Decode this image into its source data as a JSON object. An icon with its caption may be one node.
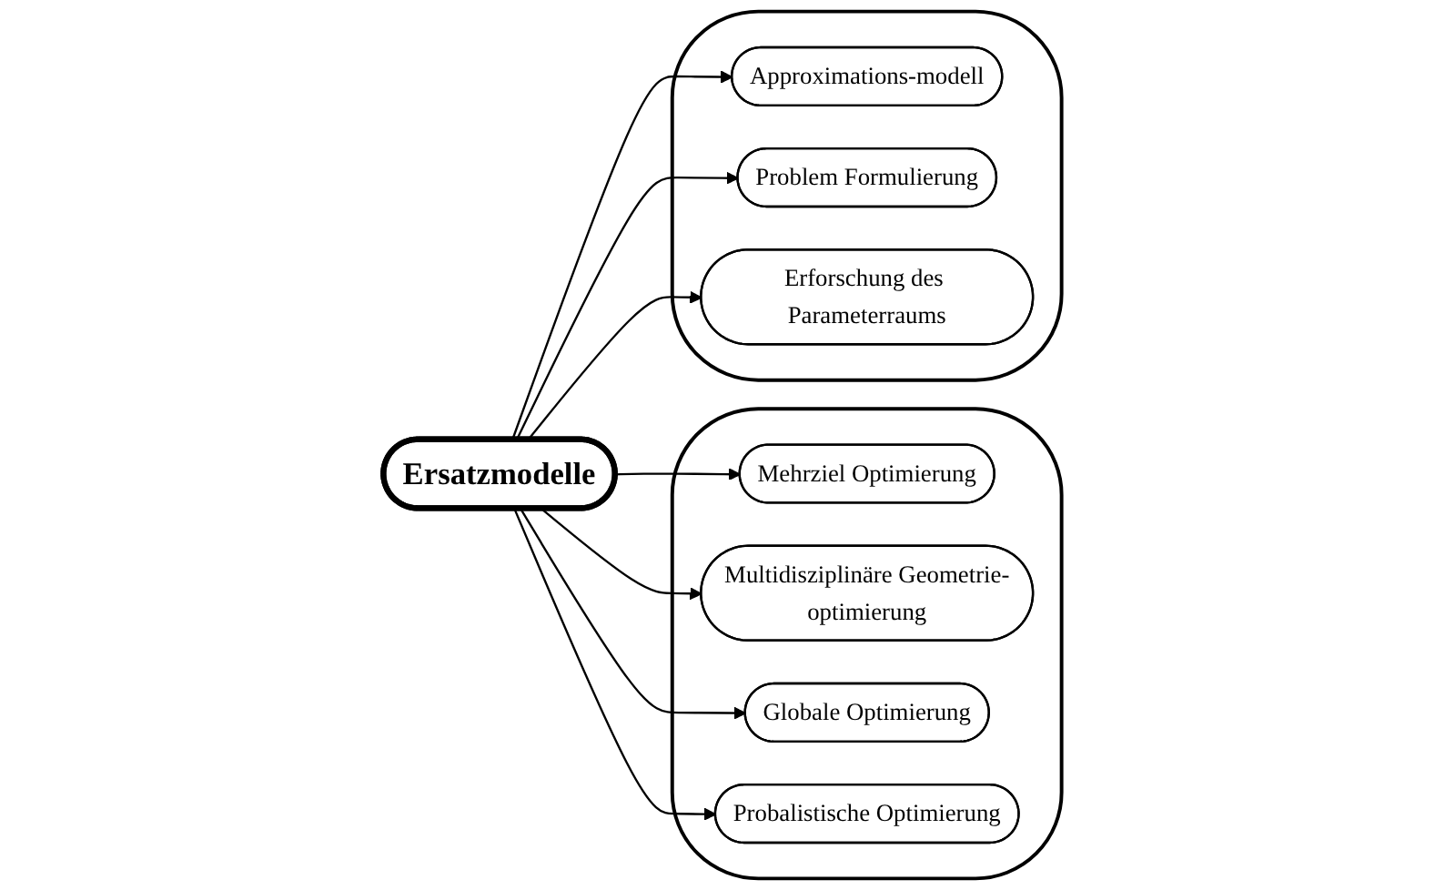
{
  "diagram": {
    "nodes": [
      {
        "text": [],
        "shape": "band"
      },
      {
        "text": [
          "Mehrziel Optimierung"
        ],
        "in": 0
      },
      {
        "text": [
          "Multidisziplinäre Geometrie-optimierung"
        ],
        "in": 0
      },
      {
        "text": [
          "Globale Optimierung"
        ],
        "in": 0
      },
      {
        "text": [
          "Probalistische Optimierung"
        ],
        "in": 0
      },
      {
        "text": [
          "Ersatzmodelle"
        ]
      },
      {
        "text": [],
        "shape": "band"
      },
      {
        "text": [
          "Approximations-modell"
        ],
        "in": 6
      },
      {
        "text": [
          "Problem Formulierung"
        ],
        "in": 6
      },
      {
        "text": [
          "Erforschung des Parameterraums"
        ],
        "in": 6
      }
    ],
    "edges": [
      {
        "from": 5,
        "to": 3,
        "arrow": "to"
      },
      {
        "from": 5,
        "to": 1,
        "arrow": "to"
      },
      {
        "from": 5,
        "to": 2,
        "arrow": "to"
      },
      {
        "from": 5,
        "to": 4,
        "arrow": "to"
      },
      {
        "from": 5,
        "to": 7,
        "arrow": "to"
      },
      {
        "from": 5,
        "to": 8,
        "arrow": "to"
      },
      {
        "from": 5,
        "to": 9,
        "arrow": "to"
      }
    ]
  }
}
